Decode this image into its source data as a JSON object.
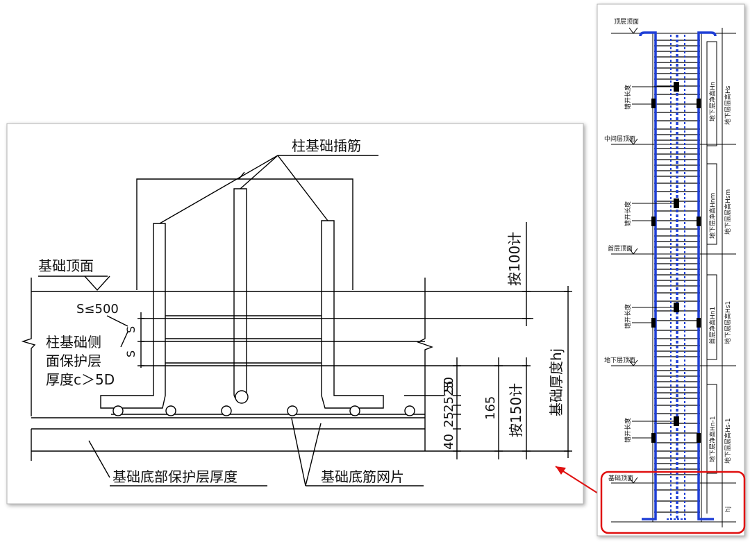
{
  "detail": {
    "rebar_title": "柱基础插筋",
    "base_top": "基础顶面",
    "spacing_max": "S≤500",
    "s1": "S",
    "s2": "S",
    "cover_side_1": "柱基础侧",
    "cover_side_2": "面保护层",
    "cover_side_3": "厚度c＞5D",
    "by100": "按100计",
    "thickness": "基础厚度hj",
    "dim_50": "50",
    "dim_2525": "2525",
    "dim_25": "25",
    "dim_40": "40",
    "dim_165": "165",
    "by150": "按150计",
    "bottom_cover": "基础底部保护层厚度",
    "bottom_mesh": "基础底筋网片"
  },
  "elevation": {
    "roof": "顶层顶面",
    "middle": "中间层顶面",
    "first": "首层顶面",
    "basement": "地下层顶面",
    "foundation": "基础顶面",
    "splice": "错开长度",
    "clear1": "地下层净高Hn",
    "story1": "地下层层高Hs",
    "clear2": "地下层净高Hnm",
    "story2": "地下层层高Hsm",
    "clear3": "首层净高Hn1",
    "story3": "地下层层高Hs1",
    "clear4": "地下层净高Hn-1",
    "story4": "地下层层高Hs-1",
    "hj": "hj"
  },
  "colors": {
    "rebar_blue": "#1f3fd6",
    "highlight_red": "#e01010"
  }
}
